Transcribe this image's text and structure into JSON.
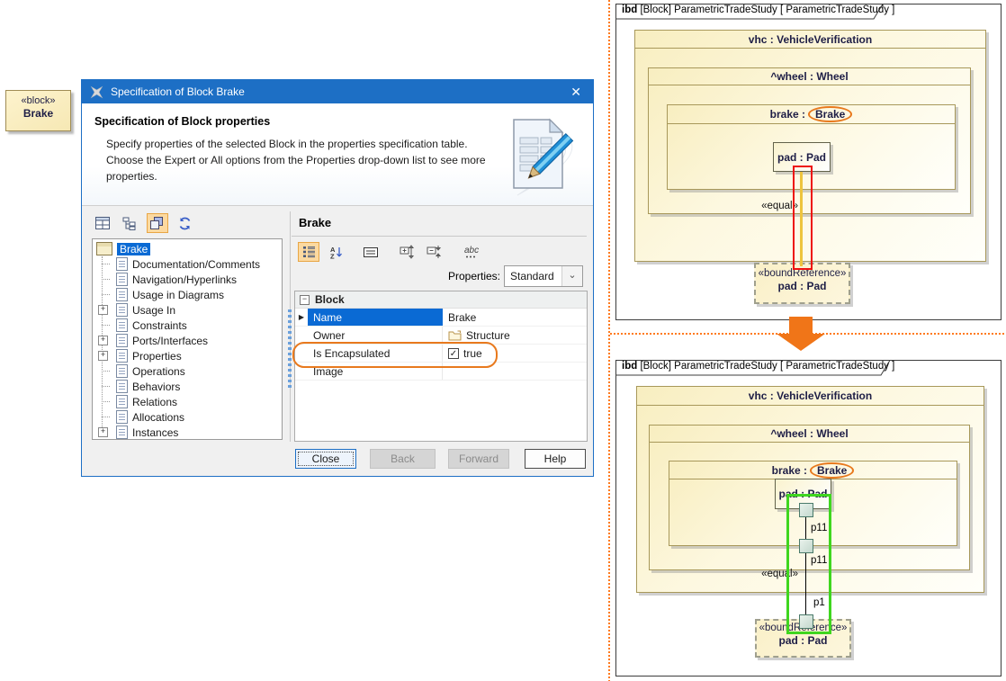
{
  "icons": {
    "close": "✕",
    "chevron_down": "⌄",
    "expander_plus": "+",
    "group_minus": "−",
    "row_marker": "▶",
    "check": "✓",
    "abc": "abc"
  },
  "left_block": {
    "stereotype": "«block»",
    "name": "Brake"
  },
  "dialog": {
    "title": "Specification of Block Brake",
    "header": {
      "title": "Specification of Block properties",
      "description": "Specify properties of the selected Block in the properties specification table. Choose the Expert or All options from the Properties drop-down list to see more properties."
    },
    "tree": {
      "root": "Brake",
      "items": [
        {
          "label": "Documentation/Comments"
        },
        {
          "label": "Navigation/Hyperlinks"
        },
        {
          "label": "Usage in Diagrams"
        },
        {
          "label": "Usage In",
          "expandable": true
        },
        {
          "label": "Constraints"
        },
        {
          "label": "Ports/Interfaces",
          "expandable": true
        },
        {
          "label": "Properties",
          "expandable": true
        },
        {
          "label": "Operations"
        },
        {
          "label": "Behaviors"
        },
        {
          "label": "Relations"
        },
        {
          "label": "Allocations"
        },
        {
          "label": "Instances",
          "expandable": true
        }
      ]
    },
    "panel": {
      "title": "Brake",
      "properties_label": "Properties:",
      "properties_value": "Standard",
      "group_label": "Block",
      "rows": [
        {
          "label": "Name",
          "value": "Brake"
        },
        {
          "label": "Owner",
          "value": "Structure"
        },
        {
          "label": "Is Encapsulated",
          "value": "true"
        },
        {
          "label": "Image",
          "value": ""
        }
      ]
    },
    "buttons": {
      "close": "Close",
      "back": "Back",
      "forward": "Forward",
      "help": "Help"
    }
  },
  "diagrams": {
    "top": {
      "tab_bold": "ibd",
      "tab_rest": " [Block] ParametricTradeStudy [ ParametricTradeStudy ]",
      "vhc": "vhc : VehicleVerification",
      "wheel": "^wheel : Wheel",
      "brake_prefix": "brake :",
      "brake_name": "Brake",
      "pad": "pad : Pad",
      "equal_label": "«equal»",
      "bound_stereotype": "«boundReference»",
      "bound_name": "pad : Pad"
    },
    "bottom": {
      "tab_bold": "ibd",
      "tab_rest": " [Block] ParametricTradeStudy [ ParametricTradeStudy ]",
      "vhc": "vhc : VehicleVerification",
      "wheel": "^wheel : Wheel",
      "brake_prefix": "brake :",
      "brake_name": "Brake",
      "pad": "pad : Pad",
      "equal_label": "«equal»",
      "port_labels": [
        "p11",
        "p11",
        "p1"
      ],
      "bound_stereotype": "«boundReference»",
      "bound_name": "pad : Pad"
    }
  },
  "colors": {
    "titlebar_blue": "#1d6fc5",
    "selection_blue": "#0a6ad4",
    "annotation_orange": "#e8791d",
    "arrow_orange": "#f07518",
    "dotted_orange": "#ff7a1e",
    "red_highlight": "#ee1111",
    "green_highlight": "#3fd61f",
    "gold_connector": "#eec43e"
  }
}
